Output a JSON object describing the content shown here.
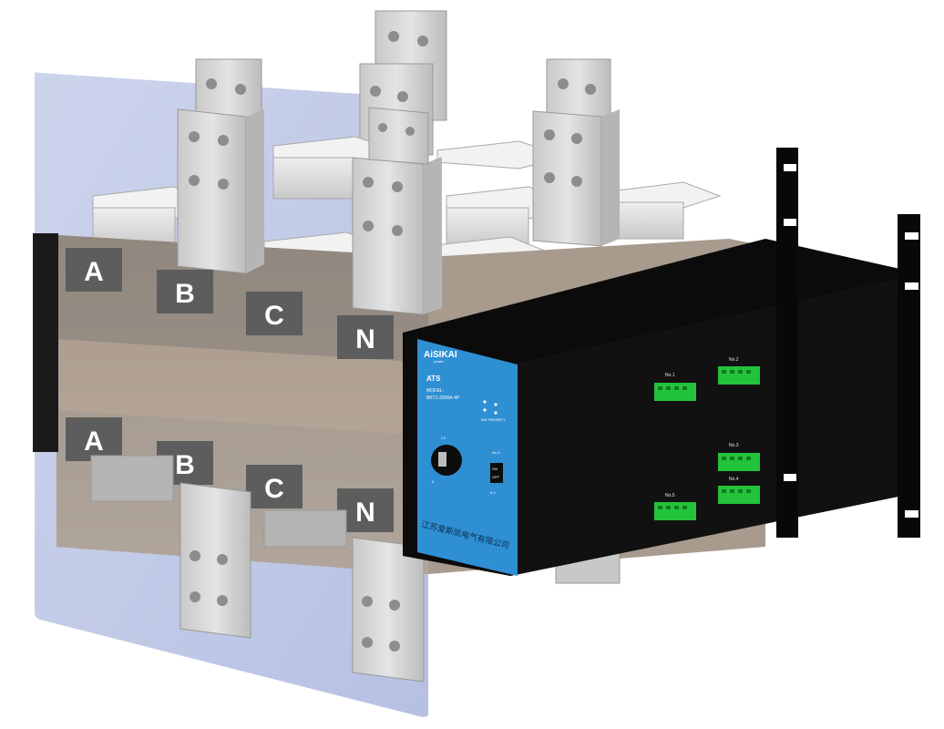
{
  "product": {
    "brand": "AiSIKAI",
    "brand_sub": "power",
    "panel_title": "ATS",
    "model_label": "MODEL:",
    "model_value": "BKT1-2500A-4P",
    "status_label": "DW PRIORITY",
    "knob_mark_top": "I-0",
    "knob_mark_bottom": "II",
    "switch_top_label": "No.X",
    "switch_on_label": "ON",
    "switch_off_label": "OFF",
    "switch_bottom_label": "II 0",
    "manufacturer": "江苏爱斯凯电气有限公司"
  },
  "phases_top": [
    "A",
    "B",
    "C",
    "N"
  ],
  "phases_bottom": [
    "A",
    "B",
    "C",
    "N"
  ],
  "ports": [
    "No.1",
    "No.2",
    "No.3",
    "No.4",
    "No.5"
  ],
  "colors": {
    "panel_blue": "#2f8fd3",
    "body_black": "#0b0b0b",
    "backplate": "#b7c3e4",
    "terminal_gray": "#d8d8d8",
    "connector_green": "#22c33a",
    "label_block": "#5d5d5d"
  }
}
